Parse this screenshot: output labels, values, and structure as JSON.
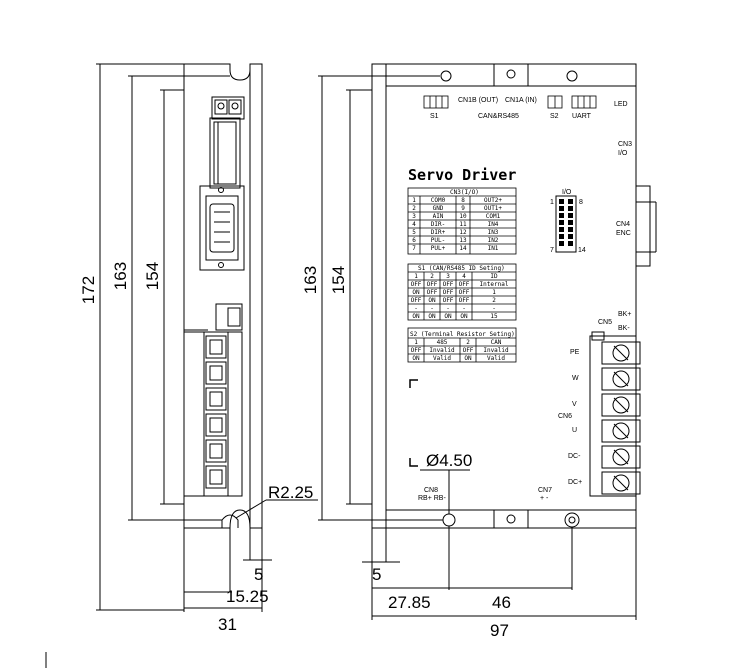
{
  "side_view": {
    "dims": {
      "height_outer": "172",
      "height_mid": "163",
      "height_inner": "154",
      "radius": "R2.25",
      "offset_5": "5",
      "offset_15": "15.25",
      "width_31": "31"
    }
  },
  "front_view": {
    "title": "Servo Driver",
    "dims": {
      "height_mid": "163",
      "height_inner": "154",
      "offset_5": "5",
      "offset_27": "27.85",
      "span_46": "46",
      "width_97": "97",
      "hole_dia": "Ø4.50"
    },
    "labels": {
      "s1": "S1",
      "cn1b": "CN1B (OUT)",
      "cn1a": "CN1A (IN)",
      "can_rs485": "CAN&RS485",
      "s2": "S2",
      "uart": "UART",
      "led": "LED",
      "cn3": "CN3",
      "cn3_io": "I/O",
      "cn4": "CN4",
      "cn4_enc": "ENC",
      "cn5": "CN5",
      "bk_plus": "BK+",
      "bk_minus": "BK-",
      "pe": "PE",
      "w": "W",
      "v": "V",
      "cn6": "CN6",
      "u": "U",
      "dc_minus": "DC-",
      "dc_plus": "DC+",
      "cn8": "CN8",
      "cn8_pins": "RB+ RB-",
      "cn7": "CN7",
      "cn7_pins": "+  -",
      "io_header": "I/O",
      "io_pin1": "1",
      "io_pin8": "8",
      "io_pin7": "7",
      "io_pin14": "14"
    },
    "table_cn3": {
      "title": "CN3(I/O)",
      "rows": [
        [
          "1",
          "COM0",
          "8",
          "OUT2+"
        ],
        [
          "2",
          "GND",
          "9",
          "OUT1+"
        ],
        [
          "3",
          "AIN",
          "10",
          "COM1"
        ],
        [
          "4",
          "DIR-",
          "11",
          "IN4"
        ],
        [
          "5",
          "DIR+",
          "12",
          "IN3"
        ],
        [
          "6",
          "PUL-",
          "13",
          "IN2"
        ],
        [
          "7",
          "PUL+",
          "14",
          "IN1"
        ]
      ]
    },
    "table_s1": {
      "title": "S1 (CAN/RS485 ID Seting)",
      "rows": [
        [
          "1",
          "2",
          "3",
          "4",
          "ID"
        ],
        [
          "OFF",
          "OFF",
          "OFF",
          "OFF",
          "Internal"
        ],
        [
          "ON",
          "OFF",
          "OFF",
          "OFF",
          "1"
        ],
        [
          "OFF",
          "ON",
          "OFF",
          "OFF",
          "2"
        ],
        [
          "-",
          "-",
          "-",
          "-",
          "-"
        ],
        [
          "ON",
          "ON",
          "ON",
          "ON",
          "15"
        ]
      ]
    },
    "table_s2": {
      "title": "S2 (Terminal Resistor Seting)",
      "rows": [
        [
          "1",
          "485",
          "2",
          "CAN"
        ],
        [
          "OFF",
          "Invalid",
          "OFF",
          "Invalid"
        ],
        [
          "ON",
          "Valid",
          "ON",
          "Valid"
        ]
      ]
    }
  }
}
